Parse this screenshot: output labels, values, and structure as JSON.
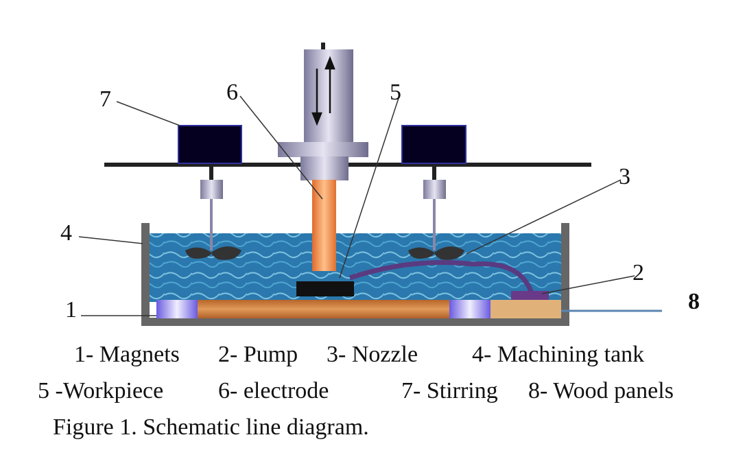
{
  "diagram": {
    "labels": {
      "n1": "1",
      "n2": "2",
      "n3": "3",
      "n4": "4",
      "n5": "5",
      "n6": "6",
      "n7": "7",
      "n8": "8"
    },
    "colors": {
      "water": "#2a7fb5",
      "electrode": "#f0904a",
      "tank": "#6b6b6b",
      "wood": "#c8783a",
      "magnet": "#8a7cf0",
      "block": "#050020"
    }
  },
  "legend": {
    "line1": [
      "1- Magnets",
      "2- Pump",
      "3- Nozzle",
      "4- Machining tank"
    ],
    "line2": [
      "5 -Workpiece",
      "6- electrode",
      "7- Stirring",
      "8- Wood panels"
    ]
  },
  "caption": "Figure 1. Schematic line diagram."
}
